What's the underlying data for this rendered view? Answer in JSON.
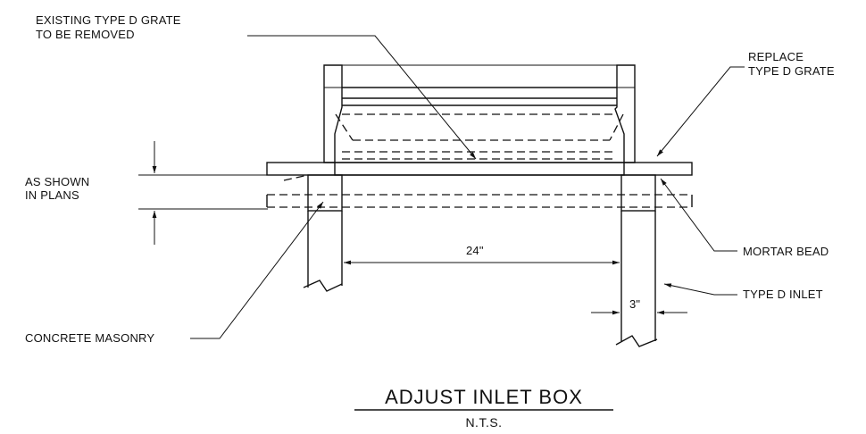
{
  "labels": {
    "existing_line1": "EXISTING TYPE D GRATE",
    "existing_line2": "TO BE REMOVED",
    "replace_line1": "REPLACE",
    "replace_line2": "TYPE D GRATE",
    "as_shown_line1": "AS SHOWN",
    "as_shown_line2": "IN PLANS",
    "mortar_bead": "MORTAR BEAD",
    "concrete_masonry": "CONCRETE MASONRY",
    "type_d_inlet": "TYPE D INLET"
  },
  "dimensions": {
    "width": "24\"",
    "wall": "3\""
  },
  "title": {
    "main": "ADJUST INLET BOX",
    "scale": "N.T.S."
  }
}
